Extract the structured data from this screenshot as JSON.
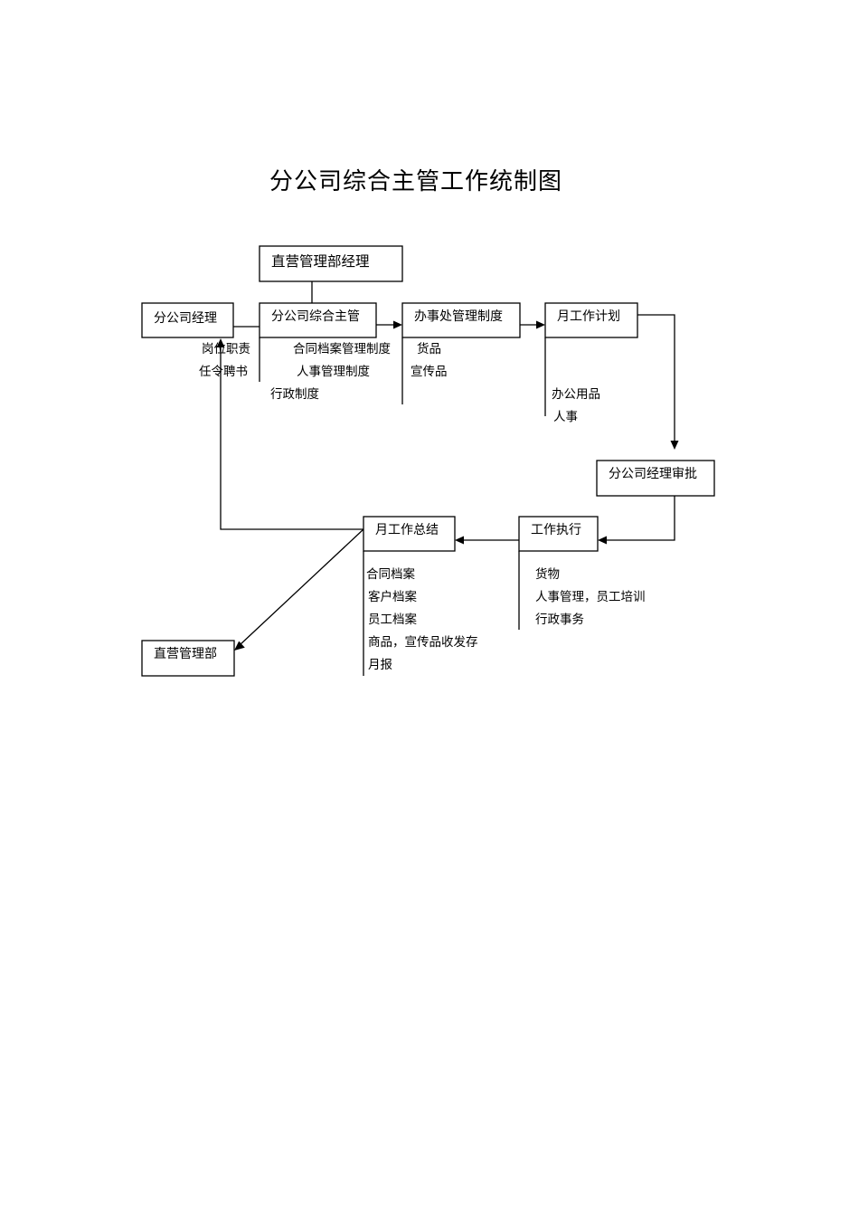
{
  "title": "分公司综合主管工作统制图",
  "boxes": {
    "direct_manager": "直营管理部经理",
    "branch_manager": "分公司经理",
    "admin_supervisor": "分公司综合主管",
    "office_system": "办事处管理制度",
    "monthly_plan": "月工作计划",
    "approval": "分公司经理审批",
    "execution": "工作执行",
    "monthly_summary": "月工作总结",
    "direct_dept": "直营管理部"
  },
  "notes": {
    "branch_manager": [
      "岗位职责",
      "任令聘书"
    ],
    "admin_supervisor": [
      "合同档案管理制度",
      "人事管理制度",
      "行政制度"
    ],
    "office_system": [
      "货品",
      "宣传品"
    ],
    "monthly_plan": [
      "办公用品",
      "人事"
    ],
    "execution": [
      "货物",
      "人事管理，员工培训",
      "行政事务"
    ],
    "monthly_summary": [
      "合同档案",
      "客户档案",
      "员工档案",
      "商品，宣传品收发存",
      "月报"
    ]
  }
}
